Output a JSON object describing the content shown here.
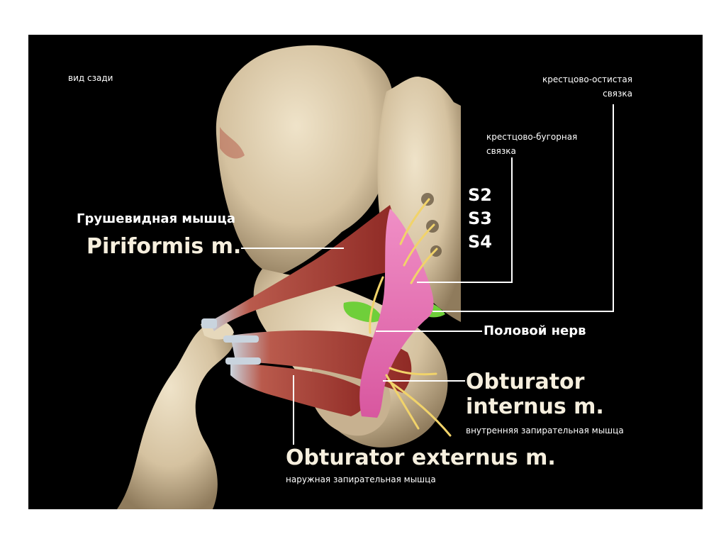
{
  "figure": {
    "view_label": "вид сзади",
    "labels": {
      "sacrospinous": [
        "крестцово-остистая",
        "связка"
      ],
      "sacrotuberous": [
        "крестцово-бугорная",
        "связка"
      ],
      "piriformis_ru": "Грушевидная мышца",
      "piriformis_latin": "Piriformis m.",
      "s2": "S2",
      "s3": "S3",
      "s4": "S4",
      "pudendal_nerve": "Половой нерв",
      "obt_int_latin": [
        "Obturator",
        "internus m."
      ],
      "obt_int_ru": "внутренняя запирательная мышца",
      "obt_ext_latin": "Obturator externus m.",
      "obt_ext_ru": "наружная запирательная мышца"
    },
    "colors": {
      "background": "#000000",
      "bone": "#d9c8a8",
      "muscle": "#a8322c",
      "ligament": "#e36fb4",
      "nerve": "#f1d36a",
      "vessel": "#6fcf3a",
      "leader": "#ffffff"
    }
  }
}
